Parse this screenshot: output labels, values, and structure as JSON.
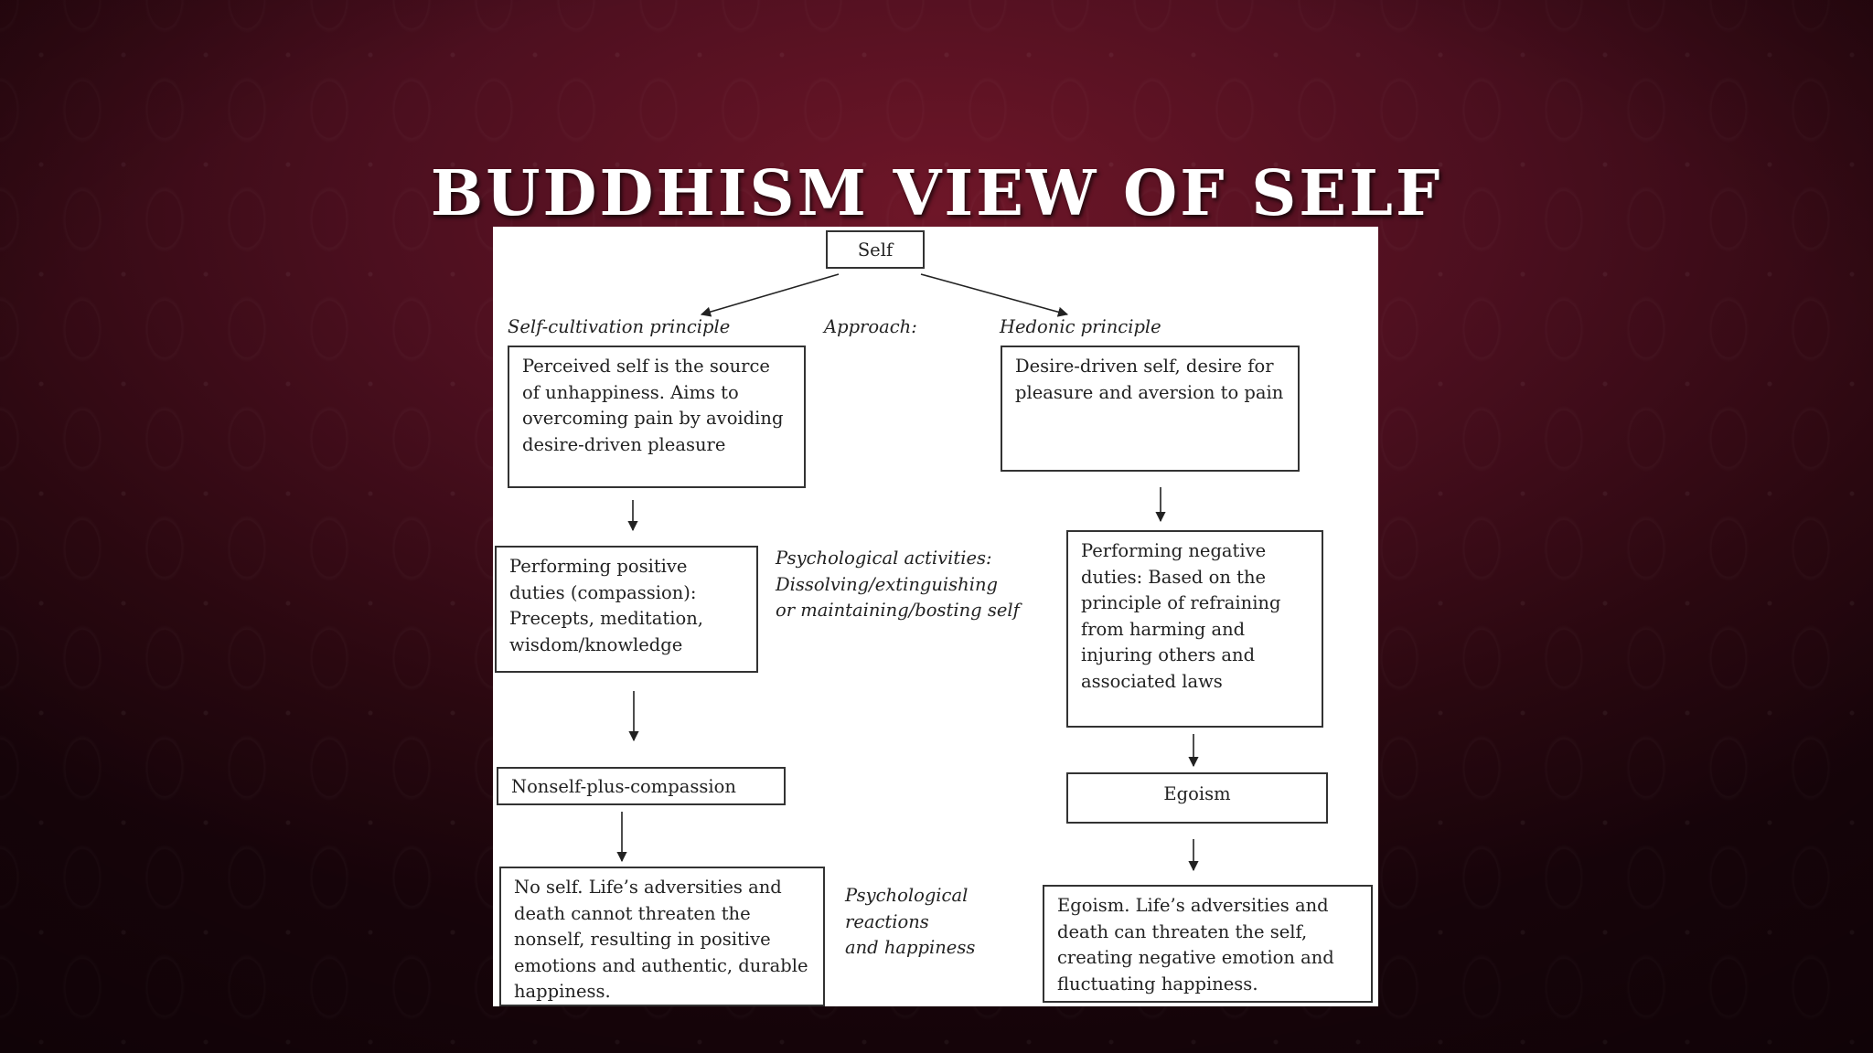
{
  "slide": {
    "title": "BUDDHISM VIEW OF SELF"
  },
  "diagram": {
    "root": "Self",
    "approach_label": "Approach:",
    "left": {
      "principle": "Self-cultivation principle",
      "approach_box": "Perceived self is the source of unhappiness. Aims to overcoming pain by avoiding desire-driven pleasure",
      "activity_box": "Performing positive duties (compassion): Precepts, meditation, wisdom/knowledge",
      "state_box": "Nonself-plus-compassion",
      "outcome_box": "No self. Life’s adversities and death cannot threaten the nonself, resulting in positive emotions and authentic, durable happiness."
    },
    "right": {
      "principle": "Hedonic principle",
      "approach_box": "Desire-driven self, desire for pleasure and aversion to pain",
      "activity_box": "Performing negative duties: Based on the principle of refraining from harming and injuring others and associated laws",
      "state_box": "Egoism",
      "outcome_box": "Egoism. Life’s adversities and death can threaten the self, creating negative emotion and fluctuating happiness."
    },
    "middle": {
      "activities_label": "Psychological activities:\nDissolving/extinguishing\nor maintaining/bosting self",
      "reactions_label": "Psychological\nreactions\nand happiness"
    }
  }
}
